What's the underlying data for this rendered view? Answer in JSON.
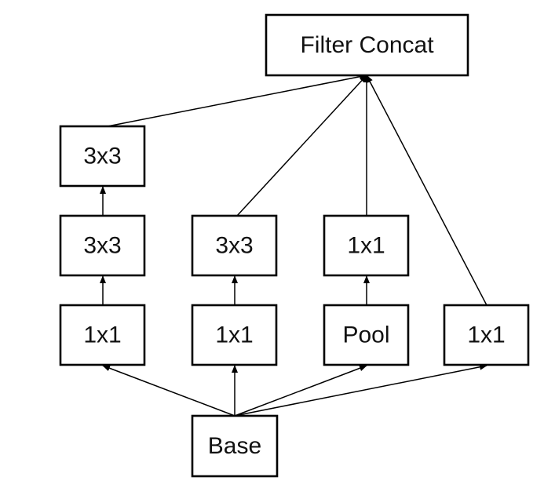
{
  "diagram": {
    "nodes": {
      "filter_concat": {
        "label": "Filter Concat"
      },
      "left_top_conv": {
        "label": "3x3"
      },
      "left_mid_conv": {
        "label": "3x3"
      },
      "left_bottom_conv": {
        "label": "1x1"
      },
      "mid_top_conv": {
        "label": "3x3"
      },
      "mid_bottom_conv": {
        "label": "1x1"
      },
      "pool_branch_conv": {
        "label": "1x1"
      },
      "pool": {
        "label": "Pool"
      },
      "right_conv": {
        "label": "1x1"
      },
      "base": {
        "label": "Base"
      }
    },
    "edges": [
      {
        "from": "base",
        "to": "left_bottom_conv"
      },
      {
        "from": "base",
        "to": "mid_bottom_conv"
      },
      {
        "from": "base",
        "to": "pool"
      },
      {
        "from": "base",
        "to": "right_conv"
      },
      {
        "from": "left_bottom_conv",
        "to": "left_mid_conv"
      },
      {
        "from": "left_mid_conv",
        "to": "left_top_conv"
      },
      {
        "from": "mid_bottom_conv",
        "to": "mid_top_conv"
      },
      {
        "from": "pool",
        "to": "pool_branch_conv"
      },
      {
        "from": "left_top_conv",
        "to": "filter_concat"
      },
      {
        "from": "mid_top_conv",
        "to": "filter_concat"
      },
      {
        "from": "pool_branch_conv",
        "to": "filter_concat"
      },
      {
        "from": "right_conv",
        "to": "filter_concat"
      }
    ],
    "colors": {
      "stroke": "#000000",
      "text": "#111111",
      "background": "#ffffff"
    }
  }
}
